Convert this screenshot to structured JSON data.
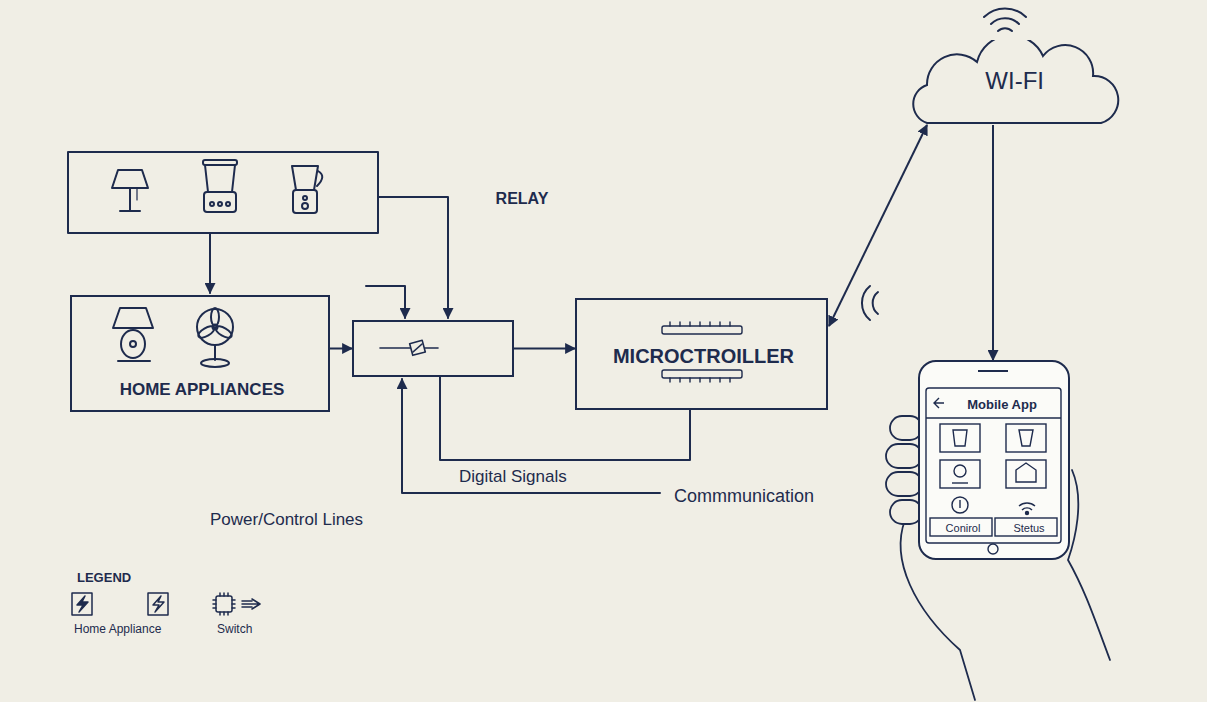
{
  "diagram": {
    "nodes": [
      {
        "text": [
          "HOME APPLIANCES"
        ]
      },
      {
        "text": [
          "RELAY"
        ]
      },
      {
        "text": [
          "MICROCTROILLER"
        ]
      },
      {
        "text": [
          "WI-FI"
        ]
      },
      {
        "text": [
          "Mobile App",
          "Conirol",
          "Stetus"
        ]
      }
    ],
    "edges": [
      {
        "from": 0,
        "to": 1,
        "arrow": "to"
      },
      {
        "from": 1,
        "to": 2,
        "arrow": "to"
      },
      {
        "from": 2,
        "to": 1,
        "label": "Digital Signals",
        "arrow": "none"
      },
      {
        "from": 2,
        "to": 3,
        "arrow": "both"
      },
      {
        "from": 3,
        "to": 4,
        "arrow": "to"
      }
    ],
    "labels": [
      "Commmunication",
      "Power/Control Lines",
      "LEGEND"
    ],
    "legend": [
      {
        "text": "Home Appliance"
      },
      {
        "text": "Switch"
      }
    ]
  }
}
